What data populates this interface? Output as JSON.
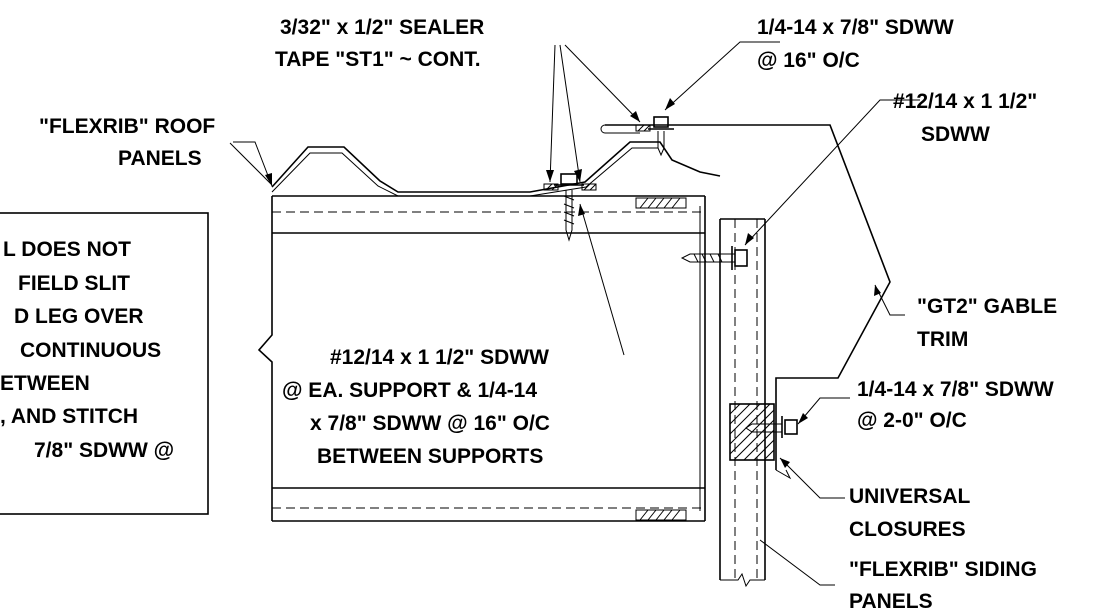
{
  "labels": {
    "sealer_tape": [
      "3/32\" x 1/2\" SEALER",
      "TAPE \"ST1\" ~ CONT."
    ],
    "screw_top": [
      "1/4-14 x 7/8\" SDWW",
      "@ 16\" O/C"
    ],
    "screw_side": [
      "#12/14 x 1 1/2\"",
      "SDWW"
    ],
    "roof_panels": [
      "\"FLEXRIB\" ROOF",
      "PANELS"
    ],
    "gable_trim": [
      "\"GT2\" GABLE",
      "TRIM"
    ],
    "screw_support": [
      "#12/14 x 1 1/2\" SDWW",
      "@ EA. SUPPORT & 1/4-14",
      "x 7/8\" SDWW @ 16\" O/C",
      "BETWEEN SUPPORTS"
    ],
    "screw_closure": [
      "1/4-14 x 7/8\" SDWW",
      "@ 2-0\" O/C"
    ],
    "closures": [
      "UNIVERSAL",
      "CLOSURES"
    ],
    "siding_panels": [
      "\"FLEXRIB\" SIDING",
      "PANELS"
    ],
    "note_box": [
      "L DOES NOT",
      "FIELD SLIT",
      "D LEG OVER",
      "CONTINUOUS",
      "ETWEEN",
      ", AND STITCH",
      "7/8\" SDWW @"
    ]
  }
}
